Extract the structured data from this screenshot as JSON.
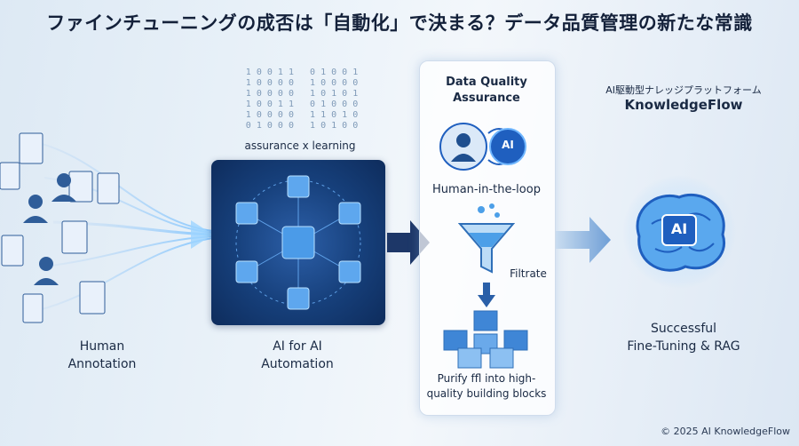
{
  "title": "ファインチューニングの成否は「自動化」で決まる？データ品質管理の新たな常識",
  "binary_lines": [
    "1 0 0 1 1   0 1 0 0 1",
    "1 0 0 0 0   1 0 0 0 0",
    "1 0 0 0 0   1 0 1 0 1",
    "1 0 0 1 1   0 1 0 0 0",
    "1 0 0 0 0   1 1 0 1 0",
    "0 1 0 0 0   1 0 1 0 0"
  ],
  "left": {
    "caption": "assurance x learning",
    "human_label_1": "Human",
    "human_label_2": "Annotation",
    "ai_label_1": "AI for AI",
    "ai_label_2": "Automation"
  },
  "panel": {
    "title_1": "Data Quality",
    "title_2": "Assurance",
    "ai_badge": "AI",
    "hitl": "Human-in-the-loop",
    "filtrate": "Filtrate",
    "purify_1": "Purify f⁠ﬂ into high-",
    "purify_2": "quality building blocks"
  },
  "right": {
    "subtitle": "AI駆動型ナレッジプラットフォーム",
    "brand": "KnowledgeFlow",
    "brain_badge": "AI",
    "result_1": "Successful",
    "result_2": "Fine-Tuning & RAG"
  },
  "footer": {
    "copyright": "© 2025 AI KnowledgeFlow"
  },
  "colors": {
    "accent": "#1f5fbf",
    "dark_blue": "#163f7a",
    "glow": "#5fb8ff"
  }
}
